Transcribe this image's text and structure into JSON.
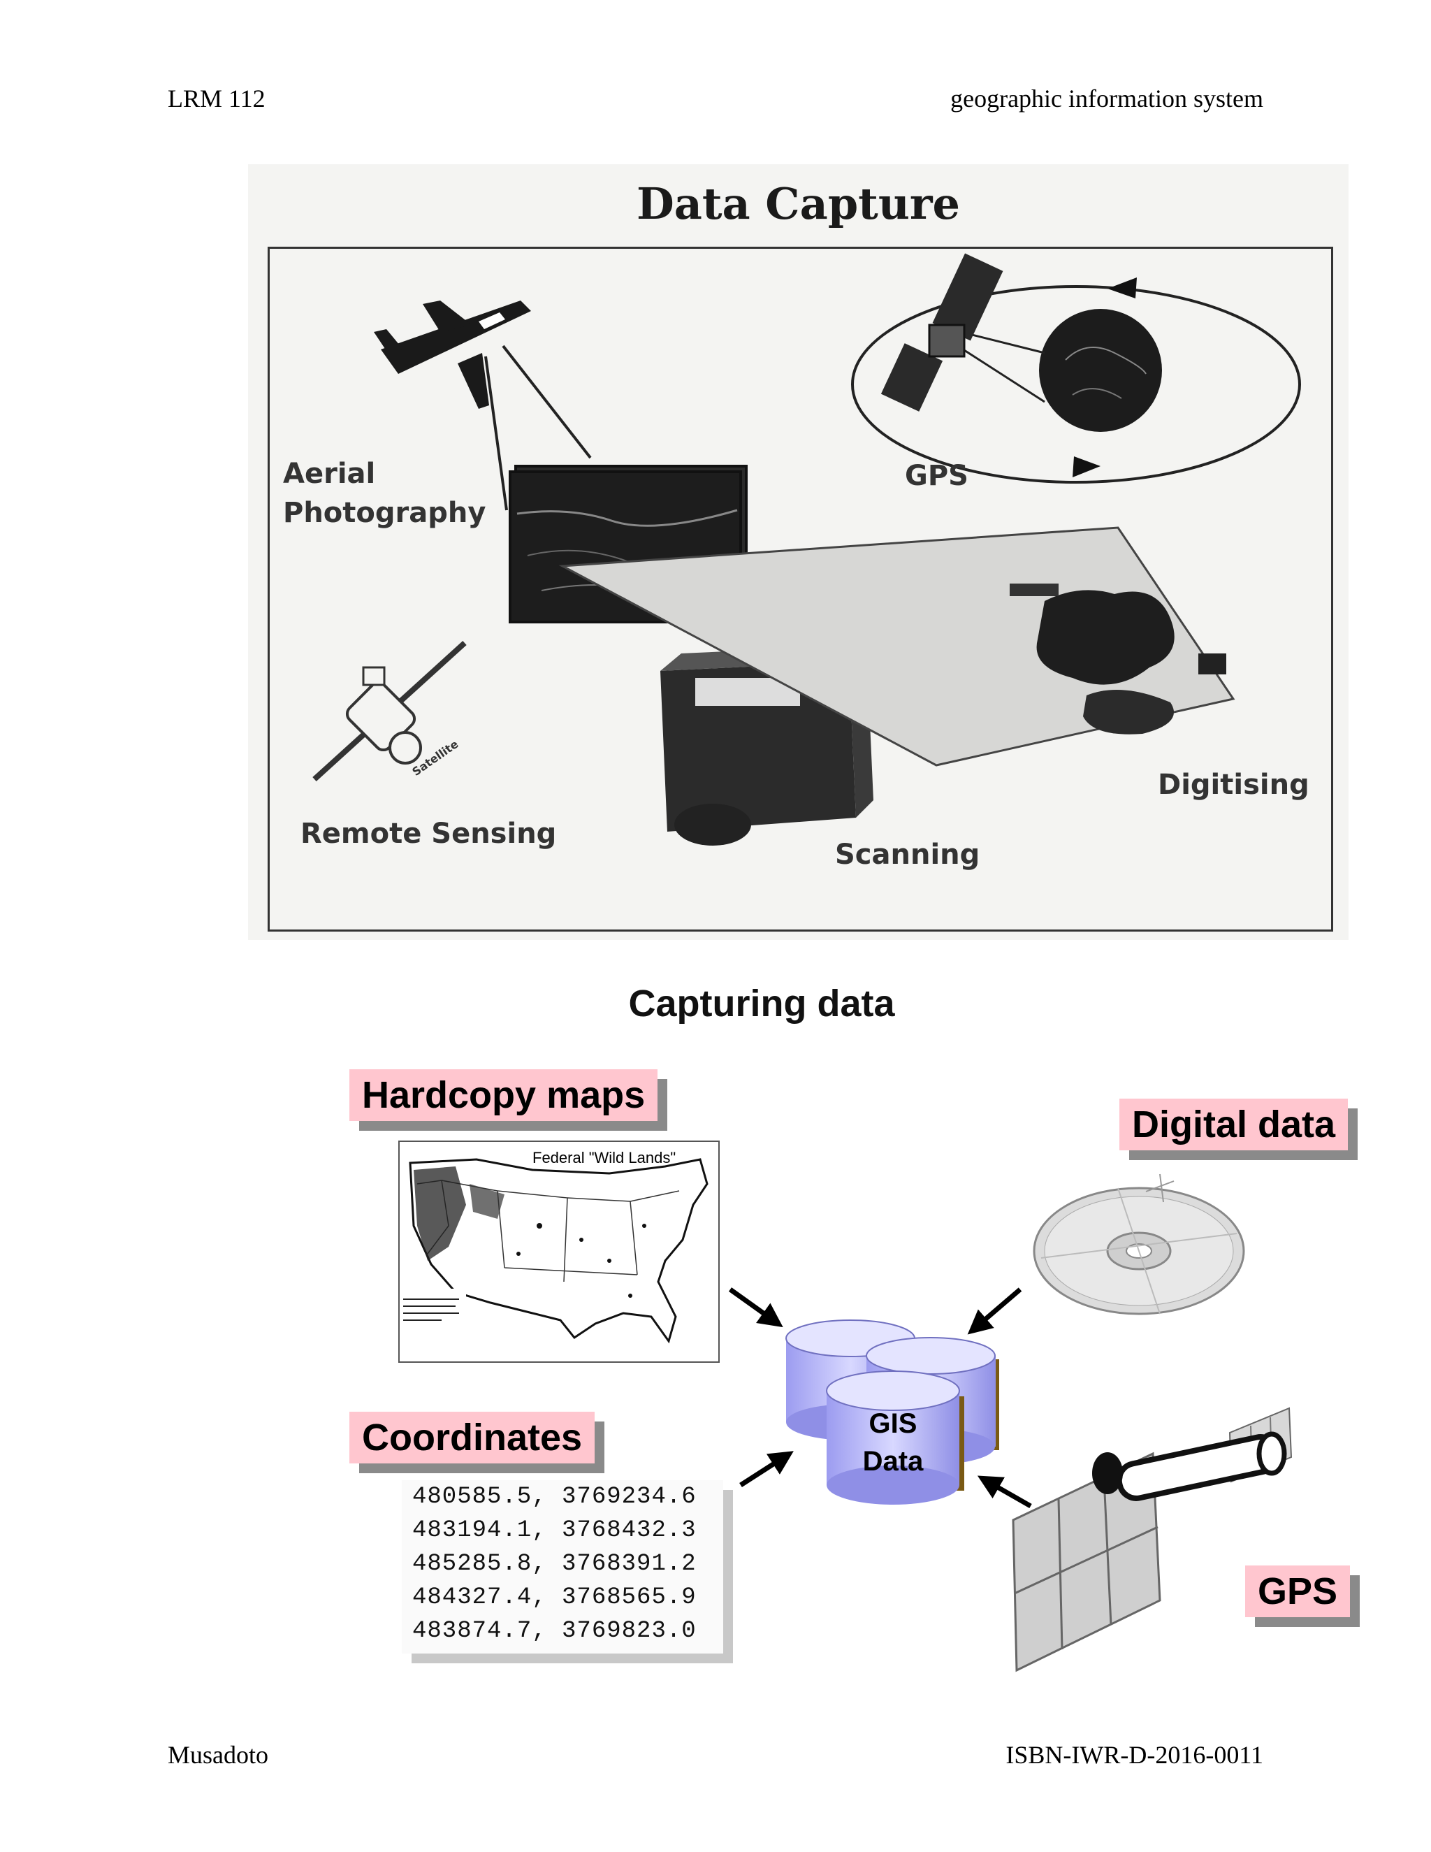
{
  "header": {
    "left": "LRM 112",
    "right": "geographic information system"
  },
  "footer": {
    "left": "Musadoto",
    "right": "ISBN-IWR-D-2016-0011"
  },
  "figure1": {
    "title": "Data Capture",
    "labels": {
      "aerial_line1": "Aerial",
      "aerial_line2": "Photography",
      "gps": "GPS",
      "remote_sensing": "Remote Sensing",
      "satellite": "Satellite",
      "scanning": "Scanning",
      "digitising": "Digitising"
    }
  },
  "figure2": {
    "title": "Capturing data",
    "hardcopy_label": "Hardcopy maps",
    "digital_label": "Digital data",
    "coordinates_label": "Coordinates",
    "gps_label": "GPS",
    "map_title": "Federal \"Wild Lands\"",
    "gis_line1": "GIS",
    "gis_line2": "Data",
    "coordinates": [
      "480585.5, 3769234.6",
      "483194.1, 3768432.3",
      "485285.8, 3768391.2",
      "484327.4, 3768565.9",
      "483874.7, 3769823.0"
    ]
  }
}
